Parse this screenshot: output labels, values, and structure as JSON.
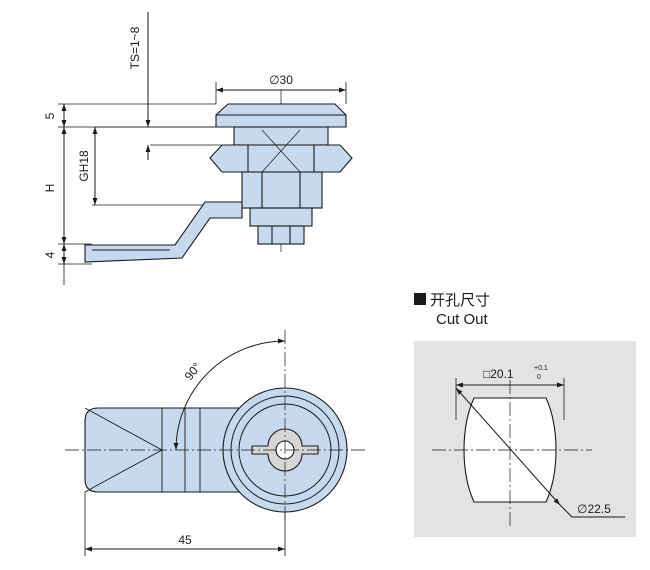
{
  "side_view": {
    "ts": "TS=1~8",
    "diameter": "∅30",
    "dim_5": "5",
    "gh": "GH18",
    "h": "H",
    "dim_4": "4"
  },
  "front_view": {
    "angle": "90°",
    "width": "45"
  },
  "cutout": {
    "title_cn": "开孔尺寸",
    "title_en": "Cut Out",
    "square": "□20.1",
    "tol_plus": "+0.1",
    "tol_zero": "0",
    "diameter": "∅22.5"
  },
  "colors": {
    "part_fill": "#c6d9ee",
    "part_stroke": "#1a1a1a",
    "panel": "#e3e3e3",
    "key_slot": "#d6d6d6"
  }
}
